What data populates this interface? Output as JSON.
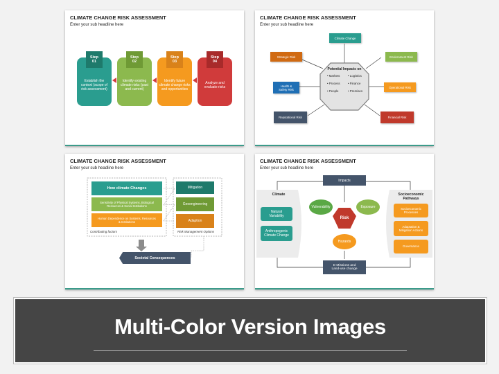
{
  "slides": {
    "title": "CLIMATE CHANGE RISK ASSESSMENT",
    "subtitle": "Enter your sub headline here"
  },
  "slide1": {
    "steps": [
      {
        "flag": "Step\n01",
        "text": "Establish the context (scope of risk assessment)",
        "color": "#2a9d8f"
      },
      {
        "flag": "Step\n02",
        "text": "Identify existing climate risks (past and current)",
        "color": "#8cb94e"
      },
      {
        "flag": "Step\n03",
        "text": "Identify future climate change risks and opportunities",
        "color": "#f59a1f"
      },
      {
        "flag": "Step\n04",
        "text": "Analyze and evaluate risks",
        "color": "#d03b3b"
      }
    ]
  },
  "slide2": {
    "center_title": "Potential Impacts on",
    "center_items": [
      "Markets",
      "Logistics",
      "Process",
      "Finance",
      "People",
      "Premises"
    ],
    "risks": [
      {
        "label": "Climate Change",
        "color": "#2a9d8f"
      },
      {
        "label": "Strategic Risk",
        "color": "#d06a12"
      },
      {
        "label": "Environment Risk",
        "color": "#8cb94e"
      },
      {
        "label": "Health &\nSafety Risk",
        "color": "#1f6fb5"
      },
      {
        "label": "Operational Risk",
        "color": "#f59a1f"
      },
      {
        "label": "Reputational Risk",
        "color": "#44546a"
      },
      {
        "label": "Financial Risk",
        "color": "#c0392b"
      }
    ]
  },
  "slide3": {
    "left_boxes": [
      {
        "label": "How climate Changes",
        "color": "#2a9d8f"
      },
      {
        "label": "Sensitivity of Physical Systems, Biological Resources & Social Institutions",
        "color": "#8cb94e"
      },
      {
        "label": "Human Dependence on Systems, Resources & Institutions",
        "color": "#f59a1f"
      }
    ],
    "right_boxes": [
      {
        "label": "Mitigation",
        "color": "#1e7a6b"
      },
      {
        "label": "Geoengineering",
        "color": "#6f9a35"
      },
      {
        "label": "Adaption",
        "color": "#d9821a"
      }
    ],
    "left_caption": "Contributing factors",
    "right_caption": "Risk Management Options",
    "bottom_box": "Societal Consequences"
  },
  "slide4": {
    "impacts": "Impacts",
    "climate_title": "Climate",
    "climate_items": [
      "Natural\nVariability",
      "Anthropogenic\nClimate Change"
    ],
    "center": {
      "vulnerability": "Vulnerability",
      "exposure": "Exposure",
      "risk": "Risk",
      "hazards": "Hazards"
    },
    "pathways_title": "Socioeconomic\nPathways",
    "pathways_items": [
      "Socioeconomic\nProcesses",
      "Adaptation &\nMitigation Actions",
      "Governance"
    ],
    "bottom": "E-Missions and\nLand-use change"
  },
  "banner": {
    "title": "Multi-Color Version Images"
  },
  "colors": {
    "teal": "#2a9d8f",
    "green": "#8cb94e",
    "orange": "#f59a1f",
    "red": "#d03b3b",
    "navy": "#44546a",
    "banner": "#454545"
  }
}
